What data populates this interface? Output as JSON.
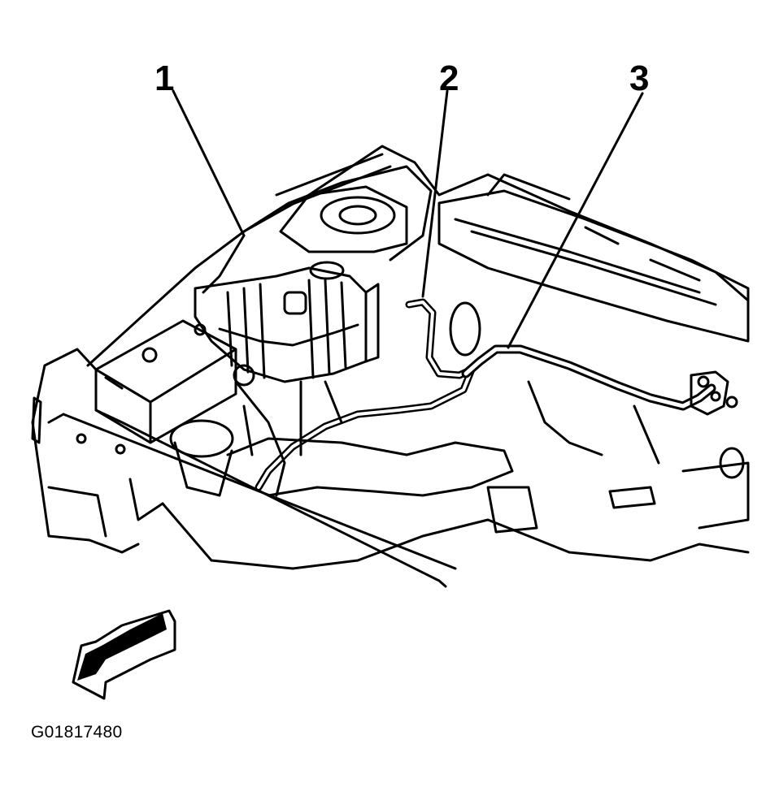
{
  "callouts": [
    {
      "label": "1"
    },
    {
      "label": "2"
    },
    {
      "label": "3"
    }
  ],
  "figure_id": "G01817480",
  "colors": {
    "ink": "#000000",
    "paper": "#ffffff"
  }
}
